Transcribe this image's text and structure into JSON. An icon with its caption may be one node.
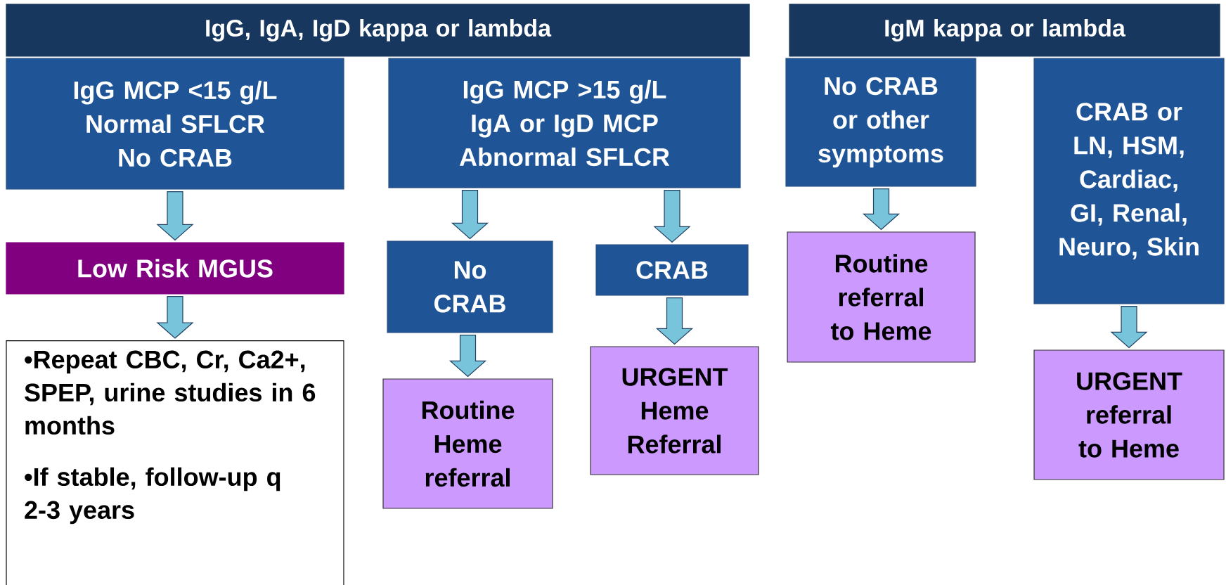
{
  "diagram": {
    "nodes": [
      {
        "text": [
          "IgG, IgA, IgD kappa or lambda"
        ]
      },
      {
        "text": [
          "IgM kappa or lambda"
        ]
      },
      {
        "text": [
          "IgG MCP <15 g/L",
          "Normal SFLCR",
          "No CRAB"
        ]
      },
      {
        "text": [
          "IgG MCP >15 g/L",
          "IgA or IgD MCP",
          "Abnormal SFLCR"
        ]
      },
      {
        "text": [
          "No CRAB or other symptoms"
        ]
      },
      {
        "text": [
          "CRAB or LN, HSM, Cardiac, GI, Renal, Neuro, Skin"
        ]
      },
      {
        "text": [
          "Low Risk MGUS"
        ]
      },
      {
        "text": [
          "•Repeat CBC, Cr, Ca2+, SPEP, urine studies in 6 months",
          "•If stable, follow-up q 2-3 years"
        ]
      },
      {
        "text": [
          "No CRAB"
        ]
      },
      {
        "text": [
          "CRAB"
        ]
      },
      {
        "text": [
          "Routine Heme referral"
        ]
      },
      {
        "text": [
          "URGENT Heme Referral"
        ]
      },
      {
        "text": [
          "Routine referral to Heme"
        ]
      },
      {
        "text": [
          "URGENT referral to Heme"
        ]
      }
    ],
    "edges": [
      {
        "from": 2,
        "to": 6,
        "arrow": "to"
      },
      {
        "from": 6,
        "to": 7,
        "arrow": "to"
      },
      {
        "from": 3,
        "to": 8,
        "arrow": "to"
      },
      {
        "from": 3,
        "to": 9,
        "arrow": "to"
      },
      {
        "from": 8,
        "to": 10,
        "arrow": "to"
      },
      {
        "from": 9,
        "to": 11,
        "arrow": "to"
      },
      {
        "from": 4,
        "to": 12,
        "arrow": "to"
      },
      {
        "from": 5,
        "to": 13,
        "arrow": "to"
      }
    ]
  }
}
